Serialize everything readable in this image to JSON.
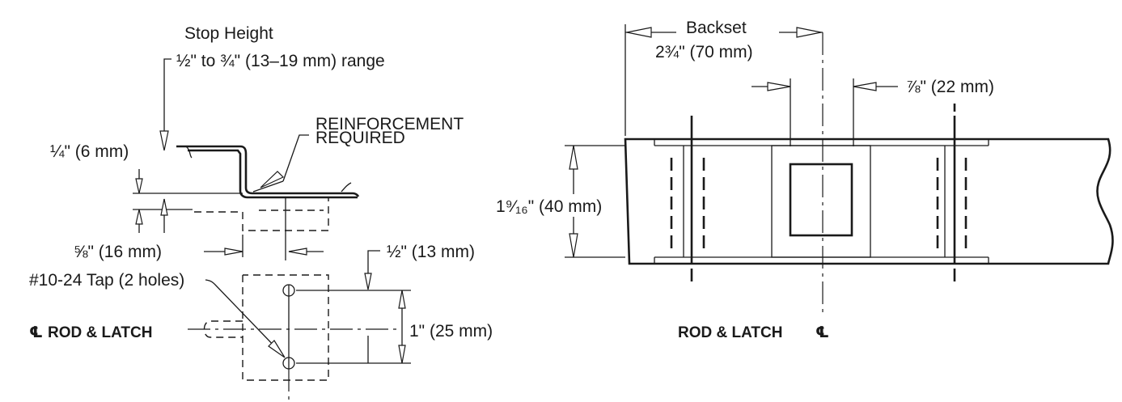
{
  "left_view": {
    "stop_height_title": "Stop Height",
    "stop_height_range": "½\" to ¾\" (13–19 mm) range",
    "reinforcement_line1": "REINFORCEMENT",
    "reinforcement_line2": "REQUIRED",
    "dim_quarter": "¼\" (6 mm)",
    "dim_five_eighths": "⅝\" (16 mm)",
    "dim_half": "½\" (13 mm)",
    "tap_holes": "#10-24 Tap (2 holes)",
    "dim_one_inch": "1\" (25 mm)",
    "centerline_rod_latch": "ROD & LATCH"
  },
  "right_view": {
    "backset_title": "Backset",
    "backset_value": "2¾\" (70 mm)",
    "dim_seven_eighths": "⅞\" (22 mm)",
    "dim_height": "1⁹⁄₁₆\" (40 mm)",
    "centerline_rod_latch": "ROD & LATCH"
  }
}
